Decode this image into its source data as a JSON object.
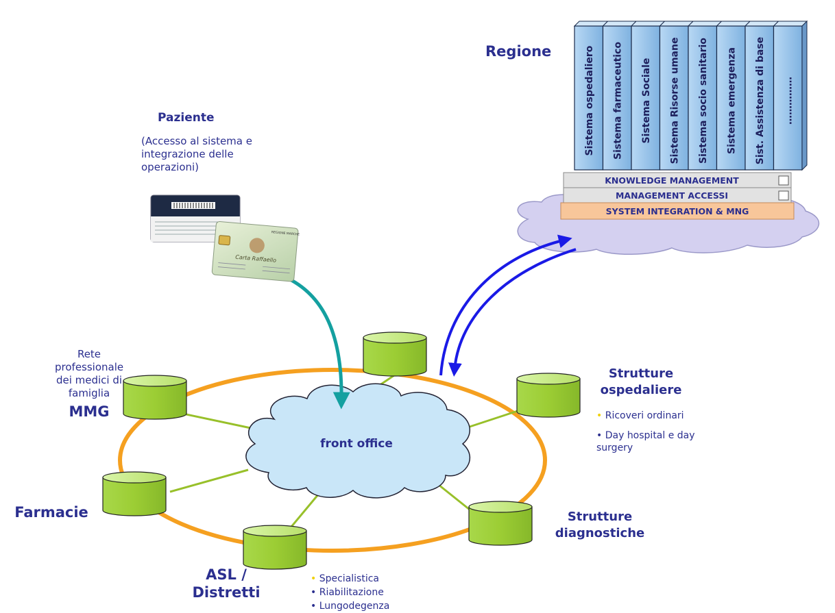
{
  "regione": {
    "title": "Regione"
  },
  "systems": [
    "Sistema ospedaliero",
    "Sistema farmaceutico",
    "Sistema Sociale",
    "Sistema Risorse umane",
    "Sistema socio sanitario",
    "Sistema emergenza",
    "Sist. Assistenza di base",
    "……………"
  ],
  "platform": {
    "layer1": "KNOWLEDGE MANAGEMENT",
    "layer2": "MANAGEMENT ACCESSI",
    "layer3": "SYSTEM INTEGRATION & MNG"
  },
  "paziente": {
    "title": "Paziente",
    "description": "(Accesso al sistema e integrazione delle operazioni)",
    "card": {
      "name": "Carta Raffaello",
      "issuer": "REGIONE MARCHE"
    }
  },
  "center": {
    "label": "front office"
  },
  "mmg": {
    "desc": "Rete professionale dei medici di famiglia",
    "title": "MMG"
  },
  "farmacie": {
    "title": "Farmacie"
  },
  "asl": {
    "title": "ASL / Distretti"
  },
  "ospedaliere": {
    "title": "Strutture ospedaliere",
    "items": [
      "Ricoveri ordinari",
      "Day hospital e day surgery"
    ]
  },
  "diagnostiche": {
    "title": "Strutture diagnostiche"
  },
  "asl_services": [
    "Specialistica",
    "Riabilitazione",
    "Lungodegenza"
  ],
  "colors": {
    "label": "#2b2f8f",
    "ring": "#f5a020",
    "node": "#9acd32",
    "cloud": "#c9e6f8",
    "regione_arrow": "#1a1ae6",
    "patient_arrow": "#14a0a0",
    "integration_layer": "#f8c69a"
  }
}
